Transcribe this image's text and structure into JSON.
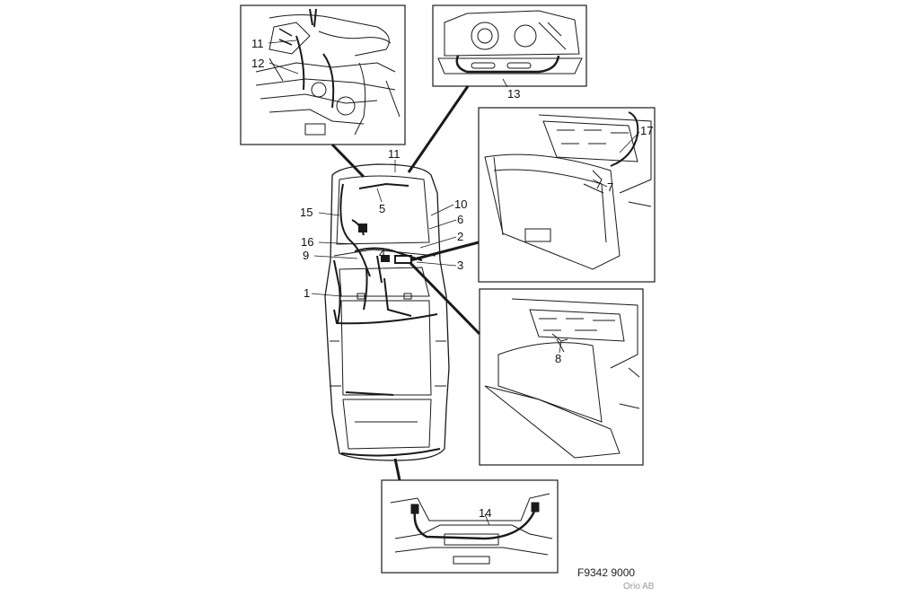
{
  "figure_code": "F9342 9000",
  "credit": "Orio AB",
  "callouts": {
    "c1": "1",
    "c2": "2",
    "c3": "3",
    "c4": "4",
    "c5": "5",
    "c6": "6",
    "c7": "7",
    "c8": "8",
    "c9": "9",
    "c10": "10",
    "c11a": "11",
    "c11b": "11",
    "c12": "12",
    "c13": "13",
    "c14": "14",
    "c15": "15",
    "c16": "16",
    "c17": "17"
  },
  "colors": {
    "line": "#1a1a1a",
    "frame": "#222222",
    "credit": "#9a9a9a"
  }
}
